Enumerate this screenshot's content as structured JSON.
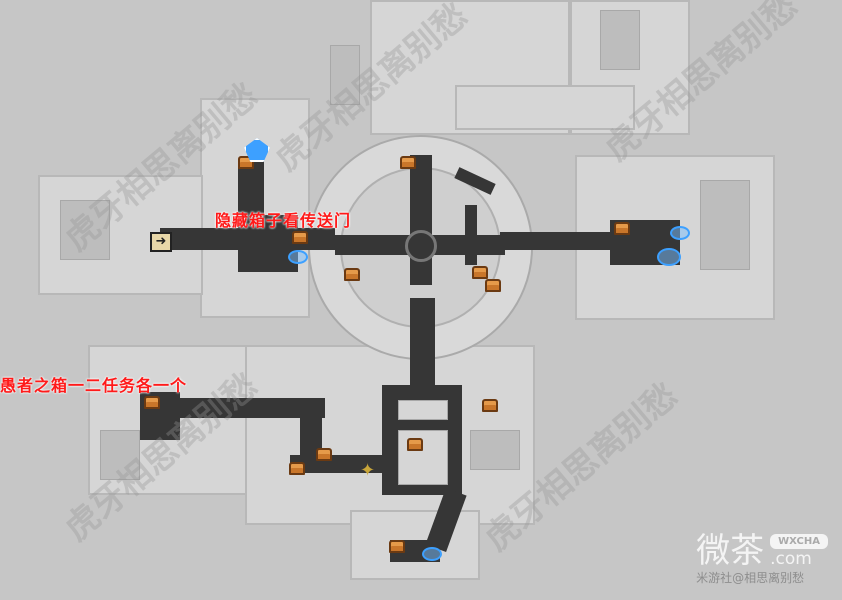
{
  "annotations": {
    "hidden_chest": "隐藏箱子看传送门",
    "fool_chest": "愚者之箱一二任务各一个"
  },
  "watermark": {
    "text": "虎牙相思离别愁",
    "site_name": "微茶",
    "site_badge": "WXCHA",
    "site_domain": ".com",
    "credit": "米游社@相思离别愁"
  },
  "colors": {
    "path": "#363636",
    "label": "#ff1a1a",
    "chest": "#c9762a",
    "teleport": "#3da0ff"
  }
}
